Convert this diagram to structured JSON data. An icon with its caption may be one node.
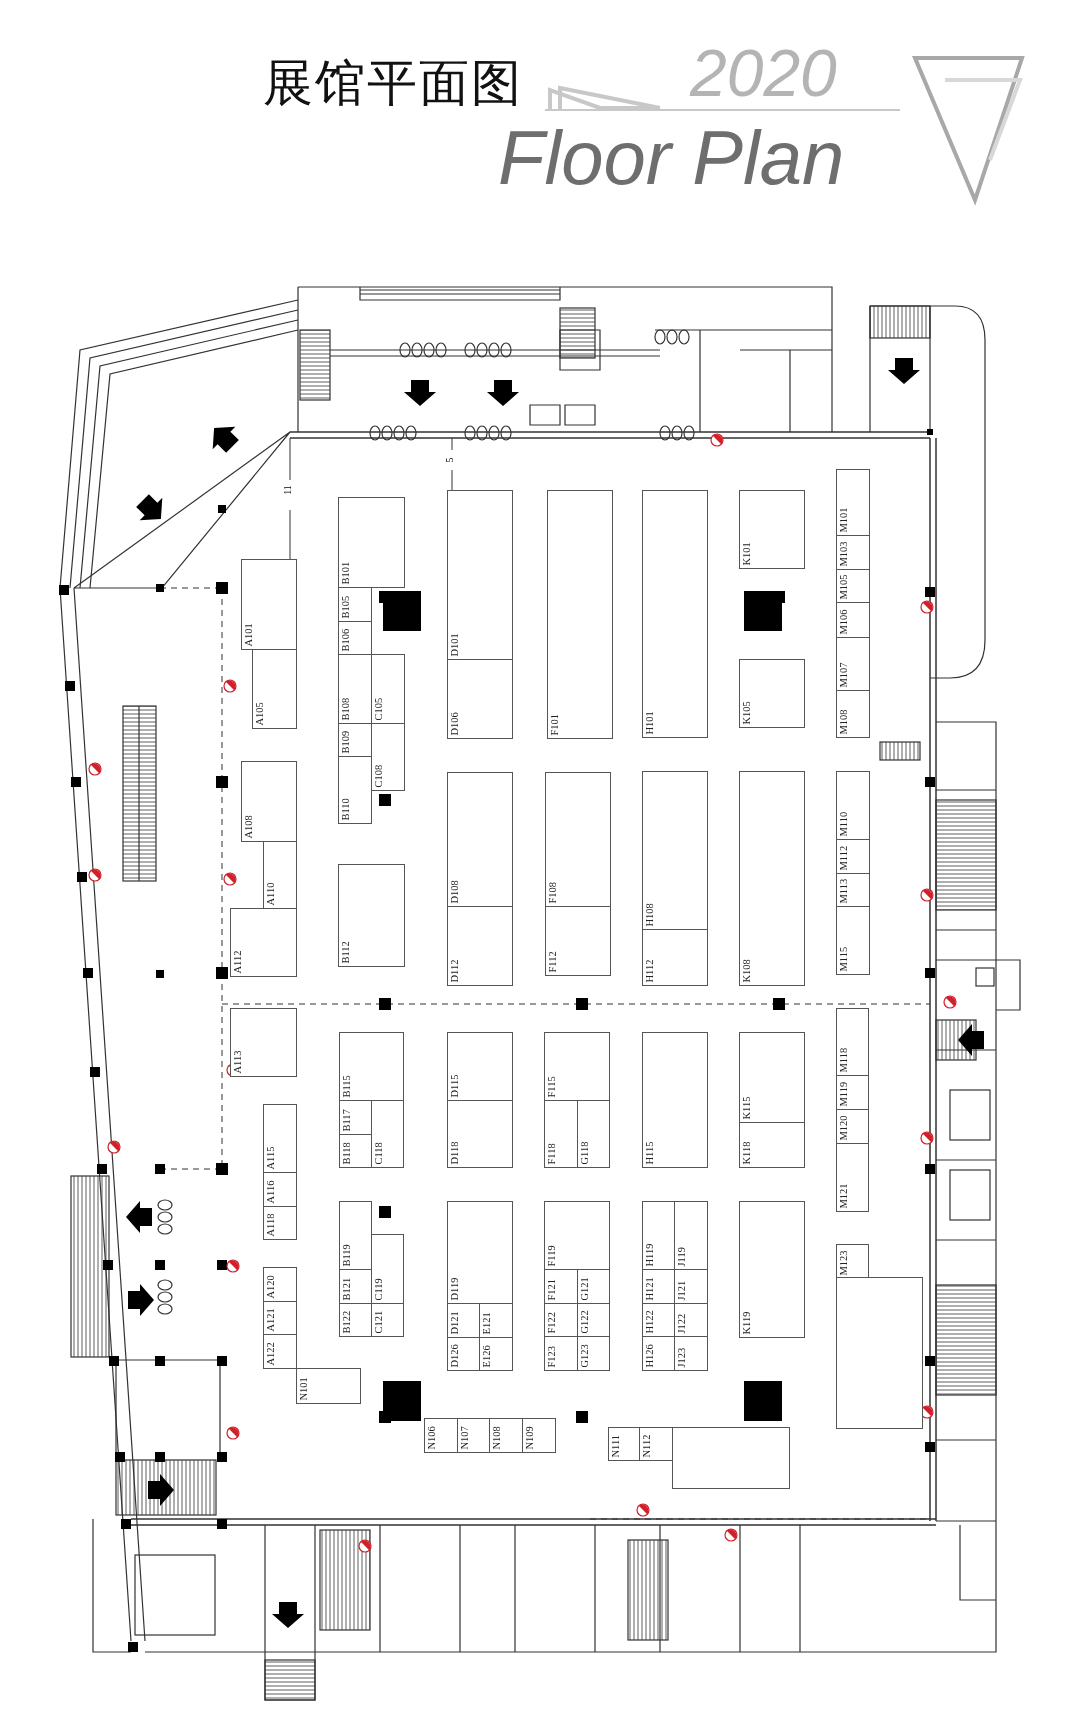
{
  "diagram": {
    "title": "展馆平面图",
    "nodes": [
      {
        "text": [
          "A101"
        ]
      },
      {
        "text": [
          "A105"
        ]
      },
      {
        "text": [
          "A108"
        ]
      },
      {
        "text": [
          "A110"
        ]
      },
      {
        "text": [
          "A112"
        ]
      },
      {
        "text": [
          "B101"
        ]
      },
      {
        "text": [
          "B105"
        ]
      },
      {
        "text": [
          "B106"
        ]
      },
      {
        "text": [
          "B108"
        ]
      },
      {
        "text": [
          "B109"
        ]
      },
      {
        "text": [
          "B110"
        ]
      },
      {
        "text": [
          "C105"
        ]
      },
      {
        "text": [
          "C108"
        ]
      },
      {
        "text": [
          "B112"
        ]
      },
      {
        "text": [
          "D101"
        ]
      },
      {
        "text": [
          "D106"
        ]
      },
      {
        "text": [
          "D108"
        ]
      },
      {
        "text": [
          "D112"
        ]
      },
      {
        "text": [
          "F101"
        ]
      },
      {
        "text": [
          "F108"
        ]
      },
      {
        "text": [
          "F112"
        ]
      },
      {
        "text": [
          "H101"
        ]
      },
      {
        "text": [
          "H108"
        ]
      },
      {
        "text": [
          "H112"
        ]
      },
      {
        "text": [
          "K101"
        ]
      },
      {
        "text": [
          "K105"
        ]
      },
      {
        "text": [
          "K108"
        ]
      },
      {
        "text": [
          "M101"
        ]
      },
      {
        "text": [
          "M103"
        ]
      },
      {
        "text": [
          "M105"
        ]
      },
      {
        "text": [
          "M106"
        ]
      },
      {
        "text": [
          "M107"
        ]
      },
      {
        "text": [
          "M108"
        ]
      },
      {
        "text": [
          "M110"
        ]
      },
      {
        "text": [
          "M112"
        ]
      },
      {
        "text": [
          "M113"
        ]
      },
      {
        "text": [
          "M115"
        ]
      },
      {
        "text": [
          "A113"
        ]
      },
      {
        "text": [
          "A115"
        ]
      },
      {
        "text": [
          "A116"
        ]
      },
      {
        "text": [
          "A118"
        ]
      },
      {
        "text": [
          "A120"
        ]
      },
      {
        "text": [
          "A121"
        ]
      },
      {
        "text": [
          "A122"
        ]
      },
      {
        "text": [
          "N101"
        ]
      },
      {
        "text": [
          "B115"
        ]
      },
      {
        "text": [
          "B117"
        ]
      },
      {
        "text": [
          "B118"
        ]
      },
      {
        "text": [
          "C118"
        ]
      },
      {
        "text": [
          "B119"
        ]
      },
      {
        "text": [
          "B121"
        ]
      },
      {
        "text": [
          "B122"
        ]
      },
      {
        "text": [
          "C119"
        ]
      },
      {
        "text": [
          "C121"
        ]
      },
      {
        "text": [
          "D115"
        ]
      },
      {
        "text": [
          "D118"
        ]
      },
      {
        "text": [
          "D119"
        ]
      },
      {
        "text": [
          "D121"
        ]
      },
      {
        "text": [
          "E121"
        ]
      },
      {
        "text": [
          "D126"
        ]
      },
      {
        "text": [
          "E126"
        ]
      },
      {
        "text": [
          "F115"
        ]
      },
      {
        "text": [
          "F118"
        ]
      },
      {
        "text": [
          "G118"
        ]
      },
      {
        "text": [
          "F119"
        ]
      },
      {
        "text": [
          "F121"
        ]
      },
      {
        "text": [
          "G121"
        ]
      },
      {
        "text": [
          "F122"
        ]
      },
      {
        "text": [
          "G122"
        ]
      },
      {
        "text": [
          "F123"
        ]
      },
      {
        "text": [
          "G123"
        ]
      },
      {
        "text": [
          "H115"
        ]
      },
      {
        "text": [
          "K115"
        ]
      },
      {
        "text": [
          "K118"
        ]
      },
      {
        "text": [
          "H119"
        ]
      },
      {
        "text": [
          "J119"
        ]
      },
      {
        "text": [
          "H121"
        ]
      },
      {
        "text": [
          "J121"
        ]
      },
      {
        "text": [
          "H122"
        ]
      },
      {
        "text": [
          "J122"
        ]
      },
      {
        "text": [
          "H126"
        ]
      },
      {
        "text": [
          "J123"
        ]
      },
      {
        "text": [
          "K119"
        ]
      },
      {
        "text": [
          "M118"
        ]
      },
      {
        "text": [
          "M119"
        ]
      },
      {
        "text": [
          "M120"
        ]
      },
      {
        "text": [
          "M121"
        ]
      },
      {
        "text": [
          "M123"
        ]
      },
      {
        "text": [],
        "shape": "box"
      },
      {
        "text": [
          "N106"
        ]
      },
      {
        "text": [
          "N107"
        ]
      },
      {
        "text": [
          "N108"
        ]
      },
      {
        "text": [
          "N109"
        ]
      },
      {
        "text": [
          "N111"
        ]
      },
      {
        "text": [
          "N112"
        ]
      },
      {
        "text": [],
        "shape": "box"
      }
    ],
    "labels": [
      "2020",
      "Floor Plan",
      "11",
      "5"
    ]
  }
}
